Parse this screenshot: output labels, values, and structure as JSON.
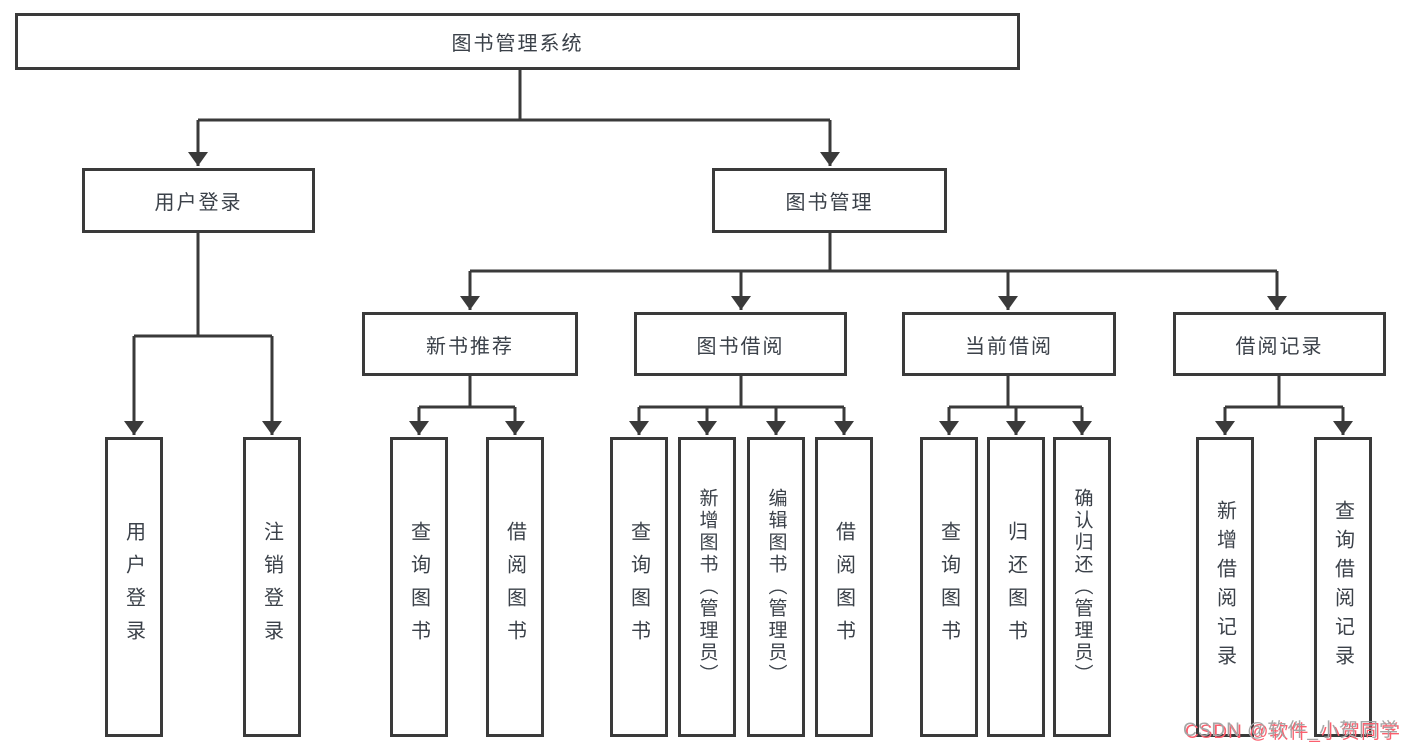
{
  "nodes": {
    "root": "图书管理系统",
    "user_login": "用户登录",
    "book_management": "图书管理",
    "login": "用户登录",
    "logout": "注销登录",
    "new_book_recommend": "新书推荐",
    "book_borrow": "图书借阅",
    "current_borrow": "当前借阅",
    "borrow_record": "借阅记录",
    "nbr_query_book": "查询图书",
    "nbr_borrow_book": "借阅图书",
    "bb_query_book": "查询图书",
    "bb_add_book": "新增图书（管理员）",
    "bb_edit_book": "编辑图书（管理员）",
    "bb_borrow_book": "借阅图书",
    "cb_query_book": "查询图书",
    "cb_return_book": "归还图书",
    "cb_confirm_return": "确认归还（管理员）",
    "br_add_record": "新增借阅记录",
    "br_query_record": "查询借阅记录"
  },
  "watermark": "CSDN @软件_小贺同学",
  "colors": {
    "line": "#3a3a3a",
    "text": "#3b4149",
    "box_fill": "#ffffff",
    "watermark": "#a6a6a6",
    "watermark_accent": "#fb5f6e"
  }
}
